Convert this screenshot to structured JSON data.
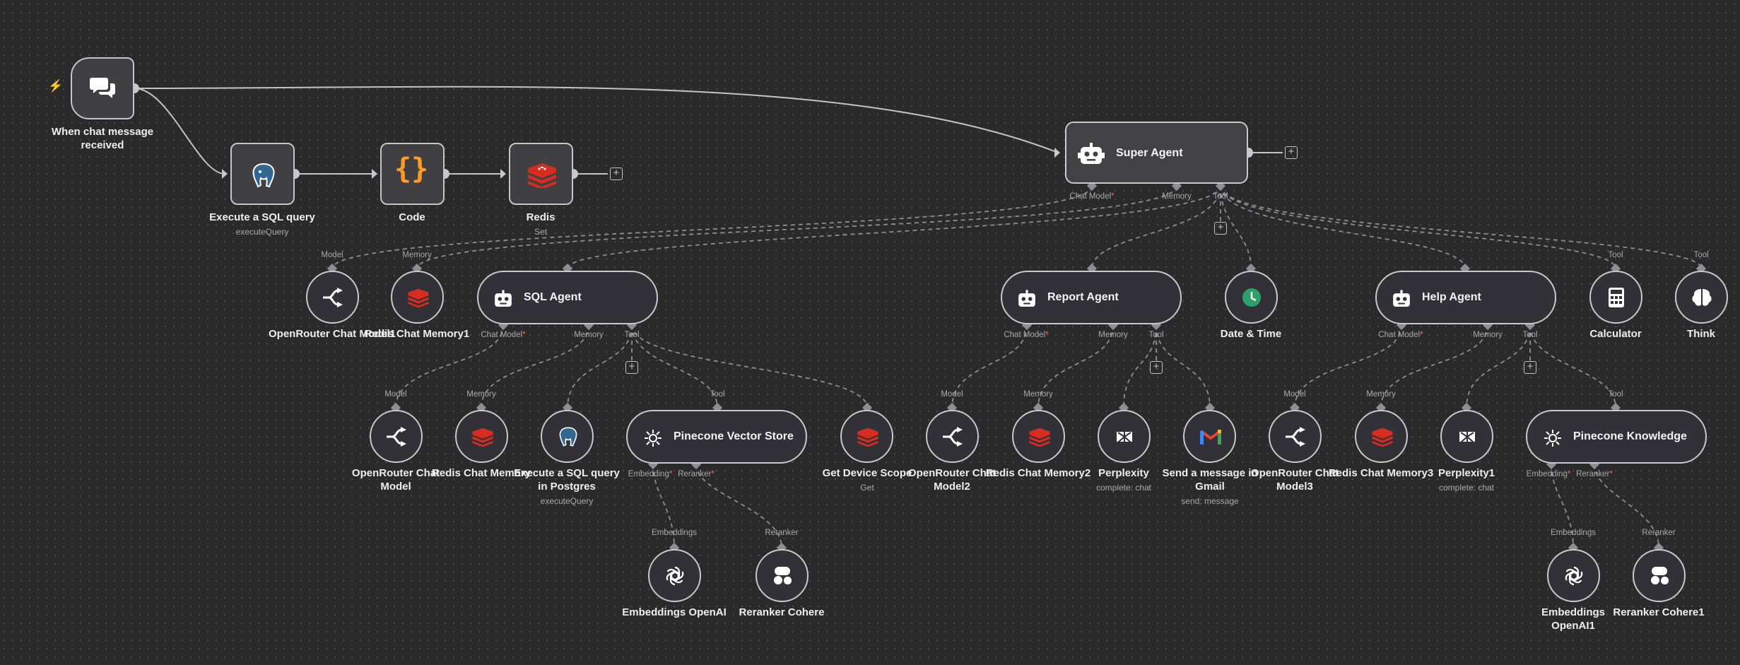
{
  "trigger": {
    "label": "When chat message received"
  },
  "top_nodes": {
    "sql": {
      "label": "Execute a SQL query",
      "sub": "executeQuery"
    },
    "code": {
      "label": "Code"
    },
    "redis": {
      "label": "Redis",
      "sub": "Set"
    }
  },
  "super_agent": {
    "title": "Super Agent",
    "ports": [
      "Chat Model",
      "Memory",
      "Tool"
    ]
  },
  "level1": {
    "openrouter1": {
      "label": "OpenRouter Chat Model1",
      "port": "Model"
    },
    "redis_mem1": {
      "label": "Redis Chat Memory1",
      "port": "Memory"
    },
    "sql_agent": {
      "title": "SQL Agent",
      "ports": [
        "Chat Model",
        "Memory",
        "Tool"
      ]
    },
    "report_agent": {
      "title": "Report Agent",
      "ports": [
        "Chat Model",
        "Memory",
        "Tool"
      ]
    },
    "datetime": {
      "label": "Date & Time"
    },
    "help_agent": {
      "title": "Help Agent",
      "ports": [
        "Chat Model",
        "Memory",
        "Tool"
      ]
    },
    "calculator": {
      "label": "Calculator",
      "port": "Tool"
    },
    "think": {
      "label": "Think",
      "port": "Tool"
    }
  },
  "sql_children": {
    "openrouter": {
      "label": "OpenRouter Chat Model",
      "port": "Model"
    },
    "redis_mem": {
      "label": "Redis Chat Memory",
      "port": "Memory"
    },
    "postgres": {
      "label": "Execute a SQL query in Postgres",
      "sub": "executeQuery"
    },
    "pinecone": {
      "title": "Pinecone Vector Store",
      "port": "Tool",
      "ports": [
        "Embedding",
        "Reranker"
      ]
    },
    "device": {
      "label": "Get Device Scope",
      "sub": "Get"
    },
    "embeddings": {
      "label": "Embeddings OpenAI",
      "port": "Embeddings"
    },
    "reranker": {
      "label": "Reranker Cohere",
      "port": "Reranker"
    }
  },
  "report_children": {
    "openrouter2": {
      "label": "OpenRouter Chat Model2",
      "port": "Model"
    },
    "redis_mem2": {
      "label": "Redis Chat Memory2",
      "port": "Memory"
    },
    "perplexity": {
      "label": "Perplexity",
      "sub": "complete: chat"
    },
    "gmail": {
      "label": "Send a message in Gmail",
      "sub": "send: message"
    }
  },
  "help_children": {
    "openrouter3": {
      "label": "OpenRouter Chat Model3",
      "port": "Model"
    },
    "redis_mem3": {
      "label": "Redis Chat Memory3",
      "port": "Memory"
    },
    "perplexity1": {
      "label": "Perplexity1",
      "sub": "complete: chat"
    },
    "pinecone_k": {
      "title": "Pinecone Knowledge",
      "port": "Tool",
      "ports": [
        "Embedding",
        "Reranker"
      ]
    },
    "embeddings1": {
      "label": "Embeddings OpenAI1",
      "port": "Embeddings"
    },
    "reranker1": {
      "label": "Reranker Cohere1",
      "port": "Reranker"
    }
  },
  "colors": {
    "wire": "#bdbdbf",
    "dash": "#8e8e92",
    "code_brace": "#ff9b26",
    "redis": "#d82c20",
    "gmail_red": "#ea4335",
    "clock": "#2ea06b",
    "trigger_bolt": "#ff5a4a"
  },
  "plus_symbol": "+"
}
